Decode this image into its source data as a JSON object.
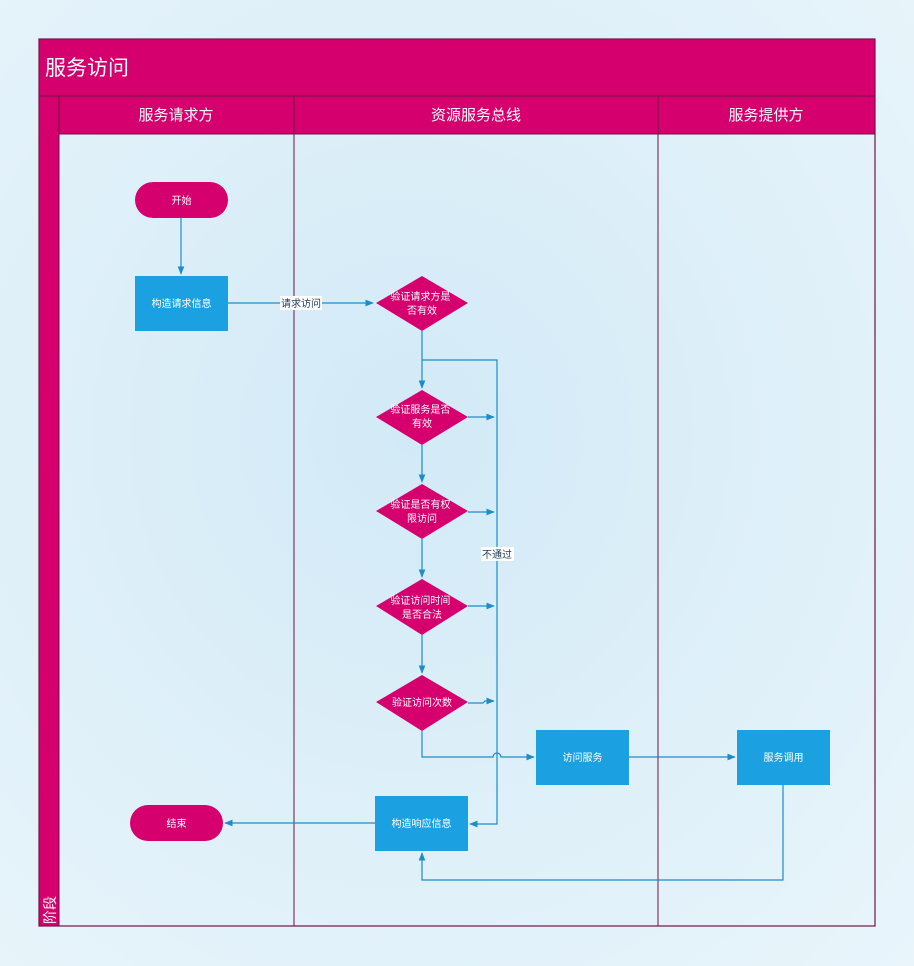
{
  "diagram": {
    "title": "服务访问",
    "phase_label": "阶段",
    "lanes": [
      {
        "name": "服务请求方"
      },
      {
        "name": "资源服务总线"
      },
      {
        "name": "服务提供方"
      }
    ],
    "nodes": {
      "start": "开始",
      "build_request": "构造请求信息",
      "verify_requester": "验证请求方是否有效",
      "verify_service": "验证服务是否有效",
      "verify_permission": "验证是否有权限访问",
      "verify_time": "验证访问时间是否合法",
      "verify_count": "验证访问次数",
      "access_service": "访问服务",
      "service_call": "服务调用",
      "build_response": "构造响应信息",
      "end": "结束"
    },
    "edge_labels": {
      "request_access": "请求访问",
      "not_passed": "不通过"
    },
    "colors": {
      "accent": "#d5006d",
      "process": "#1ba1e2",
      "line": "#1c8dc9",
      "lane_border": "#6d1545"
    }
  }
}
